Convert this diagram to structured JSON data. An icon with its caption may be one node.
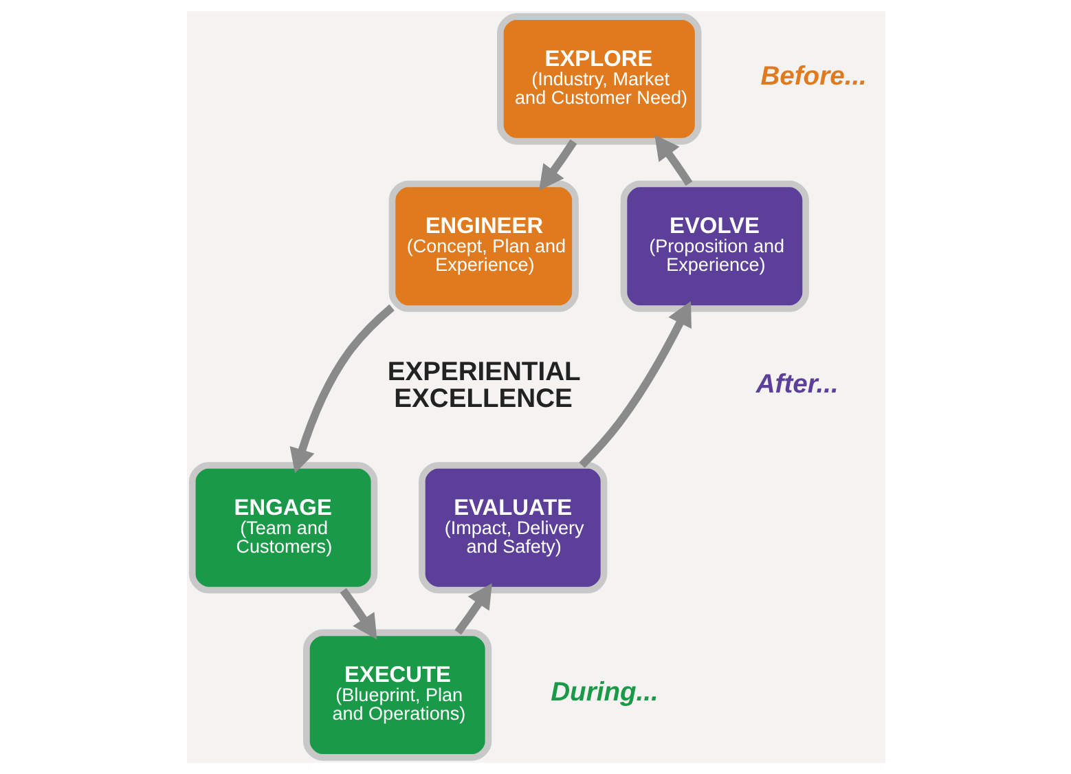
{
  "diagram": {
    "nodes": [
      {
        "text": [
          "EXPLORE",
          "(Industry, Market and Customer Need)"
        ]
      },
      {
        "text": [
          "ENGINEER",
          "(Concept, Plan and Experience)"
        ]
      },
      {
        "text": [
          "ENGAGE",
          "(Team and Customers)"
        ]
      },
      {
        "text": [
          "EXECUTE",
          "(Blueprint, Plan and Operations)"
        ]
      },
      {
        "text": [
          "EVALUATE",
          "(Impact, Delivery and Safety)"
        ]
      },
      {
        "text": [
          "EVOLVE",
          "(Proposition and Experience)"
        ]
      }
    ],
    "edges": [
      {
        "from": 0,
        "to": 1,
        "arrow": "to"
      },
      {
        "from": 1,
        "to": 2,
        "arrow": "to"
      },
      {
        "from": 2,
        "to": 3,
        "arrow": "to"
      },
      {
        "from": 3,
        "to": 4,
        "arrow": "to"
      },
      {
        "from": 4,
        "to": 5,
        "arrow": "to"
      },
      {
        "from": 5,
        "to": 0,
        "arrow": "to"
      }
    ],
    "labels": [
      "Before...",
      "EXPERIENTIAL EXCELLENCE",
      "After...",
      "During..."
    ]
  }
}
